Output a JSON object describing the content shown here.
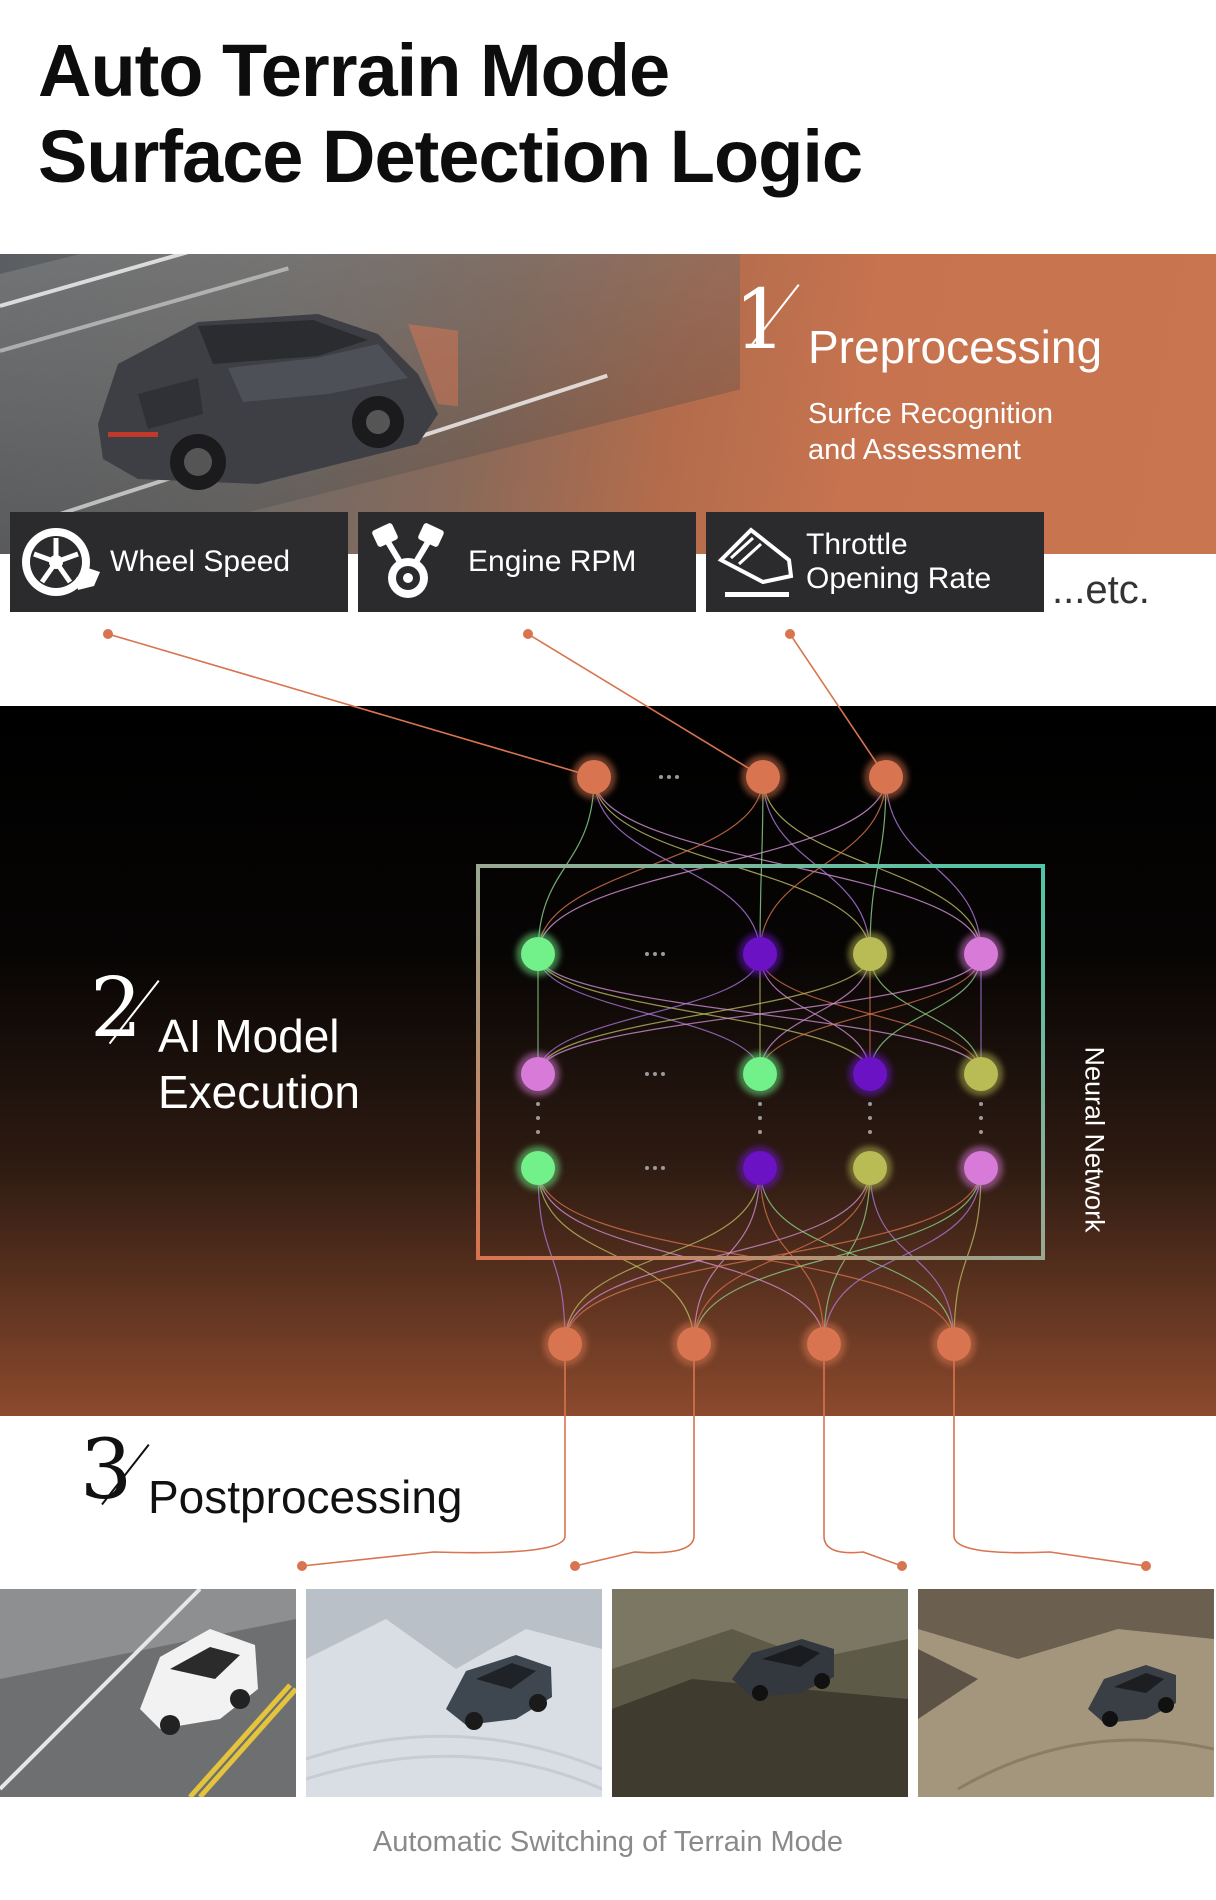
{
  "title": {
    "line1": "Auto Terrain Mode",
    "line2": "Surface Detection Logic"
  },
  "steps": [
    {
      "number": "1",
      "title": "Preprocessing",
      "subtitle_line1": "Surfce Recognition",
      "subtitle_line2": "and Assessment"
    },
    {
      "number": "2",
      "title_line1": "AI Model",
      "title_line2": "Execution"
    },
    {
      "number": "3",
      "title": "Postprocessing"
    }
  ],
  "inputs": [
    {
      "label": "Wheel Speed",
      "icon": "wheel-icon"
    },
    {
      "label": "Engine RPM",
      "icon": "engine-piston-icon"
    },
    {
      "label_line1": "Throttle",
      "label_line2": "Opening Rate",
      "icon": "throttle-pedal-icon"
    }
  ],
  "etc_label": "...etc.",
  "network_label": "Neural Network",
  "caption": "Automatic Switching of Terrain Mode",
  "terrain_modes": [
    {
      "name": "road",
      "icon": "car-on-road"
    },
    {
      "name": "snow",
      "icon": "car-on-snow"
    },
    {
      "name": "mud",
      "icon": "car-on-mud"
    },
    {
      "name": "sand",
      "icon": "car-on-sand"
    }
  ],
  "colors": {
    "accent": "#c8704c",
    "node_orange": "#d8744f",
    "node_green": "#72f08a",
    "node_purple": "#6a12c4",
    "node_olive": "#b9bb54",
    "node_pink": "#d77ad8",
    "box_dark": "#2b2b2d"
  }
}
